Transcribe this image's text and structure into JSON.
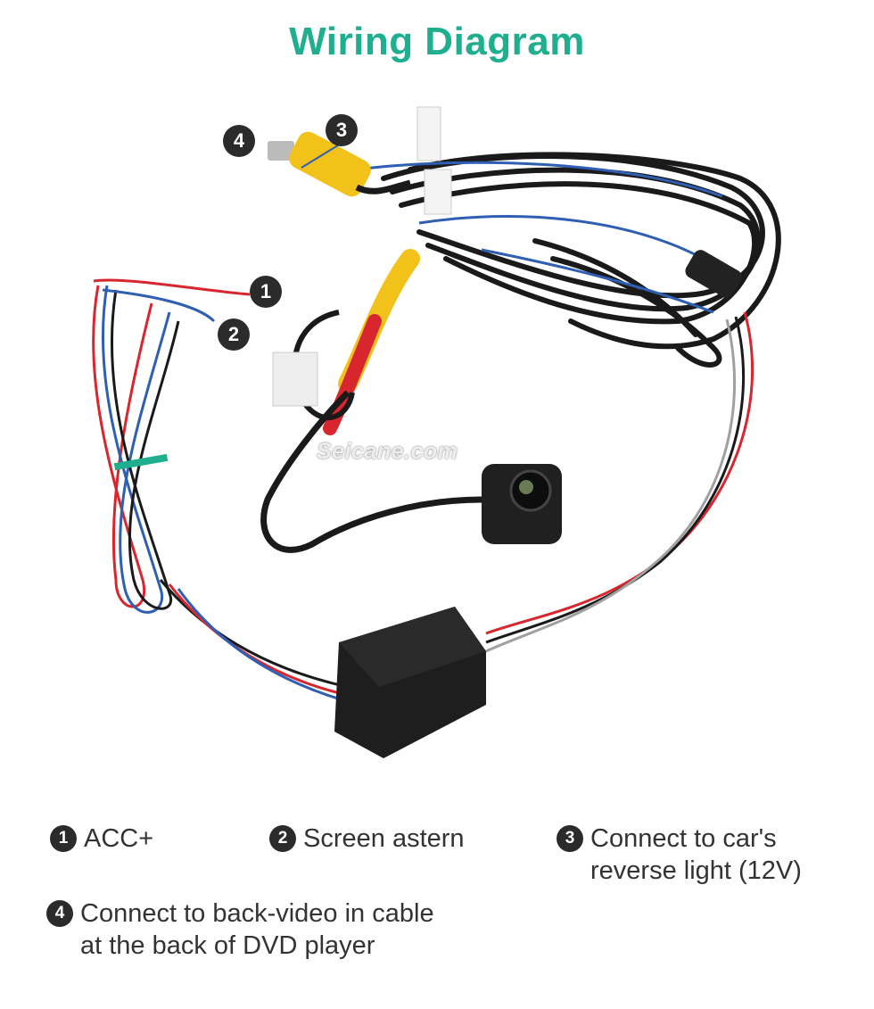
{
  "title": "Wiring Diagram",
  "watermark": "Seicane.com",
  "callouts": {
    "c1": "1",
    "c2": "2",
    "c3": "3",
    "c4": "4"
  },
  "legend": [
    {
      "num": "1",
      "line1": "ACC+",
      "line2": ""
    },
    {
      "num": "2",
      "line1": "Screen astern",
      "line2": ""
    },
    {
      "num": "3",
      "line1": "Connect to car's",
      "line2": "reverse light (12V)"
    },
    {
      "num": "4",
      "line1": "Connect to back-video in cable",
      "line2": "at the back of DVD player"
    }
  ],
  "colors": {
    "title": "#1fae8e",
    "badge": "#2b2b2b",
    "wire_black": "#1a1a1a",
    "wire_red": "#d8262e",
    "wire_blue": "#2f5fb3",
    "rca_yellow": "#f2c21b"
  }
}
